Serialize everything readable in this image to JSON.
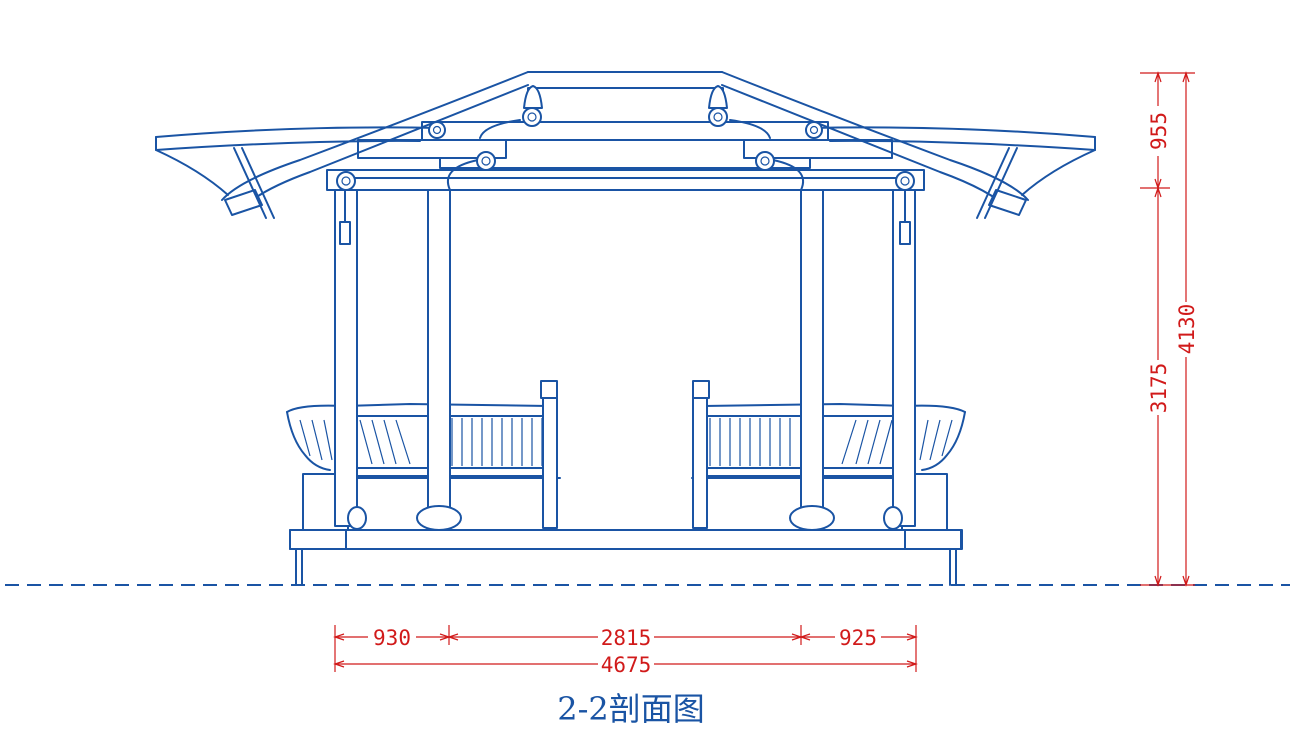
{
  "title": "2-2剖面图",
  "colors": {
    "drawing": "#1a54a4",
    "dimension": "#d11a1a",
    "background": "#ffffff"
  },
  "dimensions": {
    "horizontal": [
      {
        "id": "left-bay",
        "value": "930"
      },
      {
        "id": "center-bay",
        "value": "2815"
      },
      {
        "id": "right-bay",
        "value": "925"
      },
      {
        "id": "overall-width",
        "value": "4675"
      }
    ],
    "vertical": [
      {
        "id": "roof-height",
        "value": "955"
      },
      {
        "id": "column-height",
        "value": "3175"
      },
      {
        "id": "overall-height",
        "value": "4130"
      }
    ]
  }
}
